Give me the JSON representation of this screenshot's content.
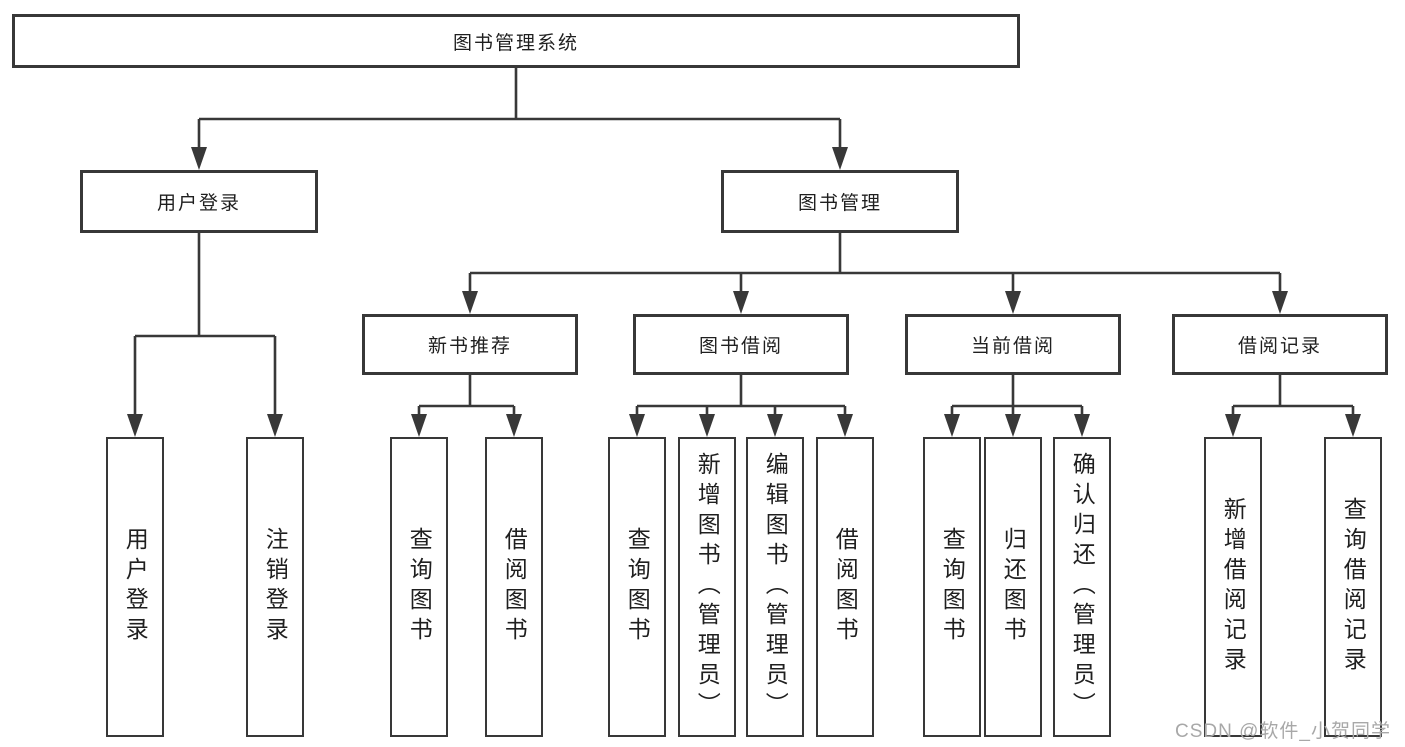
{
  "tree": {
    "label": "图书管理系统",
    "children": [
      {
        "label": "用户登录",
        "children": [
          {
            "label": "用户登录"
          },
          {
            "label": "注销登录"
          }
        ]
      },
      {
        "label": "图书管理",
        "children": [
          {
            "label": "新书推荐",
            "children": [
              {
                "label": "查询图书"
              },
              {
                "label": "借阅图书"
              }
            ]
          },
          {
            "label": "图书借阅",
            "children": [
              {
                "label": "查询图书"
              },
              {
                "label": "新增图书（管理员）"
              },
              {
                "label": "编辑图书（管理员）"
              },
              {
                "label": "借阅图书"
              }
            ]
          },
          {
            "label": "当前借阅",
            "children": [
              {
                "label": "查询图书"
              },
              {
                "label": "归还图书"
              },
              {
                "label": "确认归还（管理员）"
              }
            ]
          },
          {
            "label": "借阅记录",
            "children": [
              {
                "label": "新增借阅记录"
              },
              {
                "label": "查询借阅记录"
              }
            ]
          }
        ]
      }
    ]
  },
  "watermark": "CSDN @软件_小贺同学",
  "colors": {
    "line": "#383838",
    "text": "#1f1f1f",
    "watermark": "#a8a8a8",
    "background": "#ffffff"
  }
}
